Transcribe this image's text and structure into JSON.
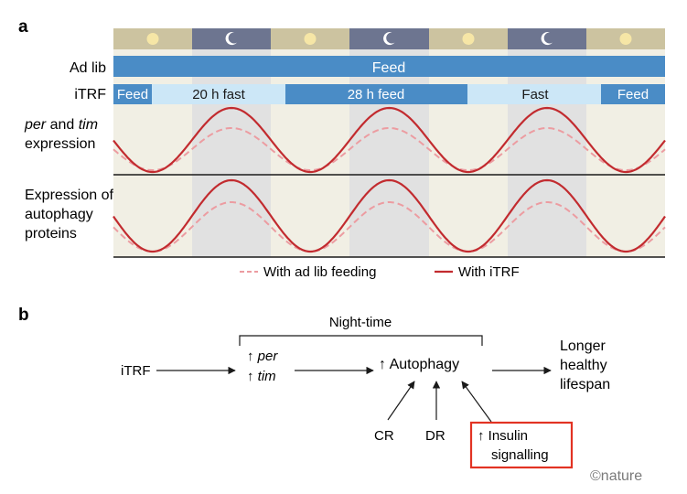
{
  "panel_a": {
    "label": "a",
    "ad_lib_label": "Ad lib",
    "ad_lib_bar": "Feed",
    "itrf_label": "iTRF",
    "itrf_segments": [
      "Feed",
      "20 h fast",
      "28 h feed",
      "Fast",
      "Feed"
    ],
    "per_tim_label": {
      "italic1": "per",
      "mid": " and ",
      "italic2": "tim",
      "line2": "expression"
    },
    "autophagy_label": [
      "Expression of",
      "autophagy",
      "proteins"
    ],
    "legend": {
      "dashed": "With ad lib feeding",
      "solid": "With iTRF"
    },
    "day_night": [
      "day",
      "night",
      "day",
      "night",
      "day",
      "night",
      "day"
    ],
    "icons": [
      "sun-icon",
      "moon-icon",
      "sun-icon",
      "moon-icon",
      "sun-icon",
      "moon-icon",
      "sun-icon"
    ]
  },
  "panel_b": {
    "label": "b",
    "night_time": "Night-time",
    "itrf": "iTRF",
    "per": "per",
    "tim": "tim",
    "up": "↑",
    "autophagy": "↑ Autophagy",
    "outcome": [
      "Longer",
      "healthy",
      "lifespan"
    ],
    "cr": "CR",
    "dr": "DR",
    "insulin": [
      "↑ Insulin",
      "signalling"
    ]
  },
  "credit": "©nature",
  "colors": {
    "day_band": "#f1efe4",
    "night_band": "#e1e1e1",
    "day_header": "#ccc3a0",
    "night_header": "#6d7590",
    "feed_bar": "#4a8cc6",
    "fast_bar": "#cce7f7",
    "solid_curve": "#c22b2f",
    "dashed_curve": "#ec9ca1",
    "highlight_box": "#e23323",
    "sun": "#f6e6a6",
    "moon": "#ffffff"
  }
}
